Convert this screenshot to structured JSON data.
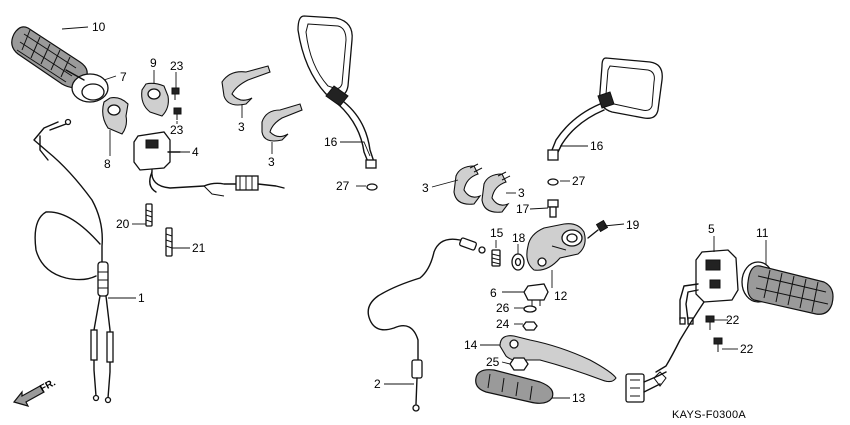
{
  "diagram_code": "KAYS-F0300A",
  "direction_label": "FR.",
  "callouts": [
    {
      "id": "c10",
      "label": "10"
    },
    {
      "id": "c7",
      "label": "7"
    },
    {
      "id": "c9",
      "label": "9"
    },
    {
      "id": "c23a",
      "label": "23"
    },
    {
      "id": "c23b",
      "label": "23"
    },
    {
      "id": "c8",
      "label": "8"
    },
    {
      "id": "c4",
      "label": "4"
    },
    {
      "id": "c3a",
      "label": "3"
    },
    {
      "id": "c3b",
      "label": "3"
    },
    {
      "id": "c20",
      "label": "20"
    },
    {
      "id": "c21",
      "label": "21"
    },
    {
      "id": "c1",
      "label": "1"
    },
    {
      "id": "c16a",
      "label": "16"
    },
    {
      "id": "c27a",
      "label": "27"
    },
    {
      "id": "c16b",
      "label": "16"
    },
    {
      "id": "c27b",
      "label": "27"
    },
    {
      "id": "c3c",
      "label": "3"
    },
    {
      "id": "c3d",
      "label": "3"
    },
    {
      "id": "c17",
      "label": "17"
    },
    {
      "id": "c19",
      "label": "19"
    },
    {
      "id": "c15",
      "label": "15"
    },
    {
      "id": "c18",
      "label": "18"
    },
    {
      "id": "c6",
      "label": "6"
    },
    {
      "id": "c12",
      "label": "12"
    },
    {
      "id": "c26",
      "label": "26"
    },
    {
      "id": "c24",
      "label": "24"
    },
    {
      "id": "c14",
      "label": "14"
    },
    {
      "id": "c25",
      "label": "25"
    },
    {
      "id": "c2",
      "label": "2"
    },
    {
      "id": "c13",
      "label": "13"
    },
    {
      "id": "c5",
      "label": "5"
    },
    {
      "id": "c11",
      "label": "11"
    },
    {
      "id": "c22a",
      "label": "22"
    },
    {
      "id": "c22b",
      "label": "22"
    }
  ]
}
